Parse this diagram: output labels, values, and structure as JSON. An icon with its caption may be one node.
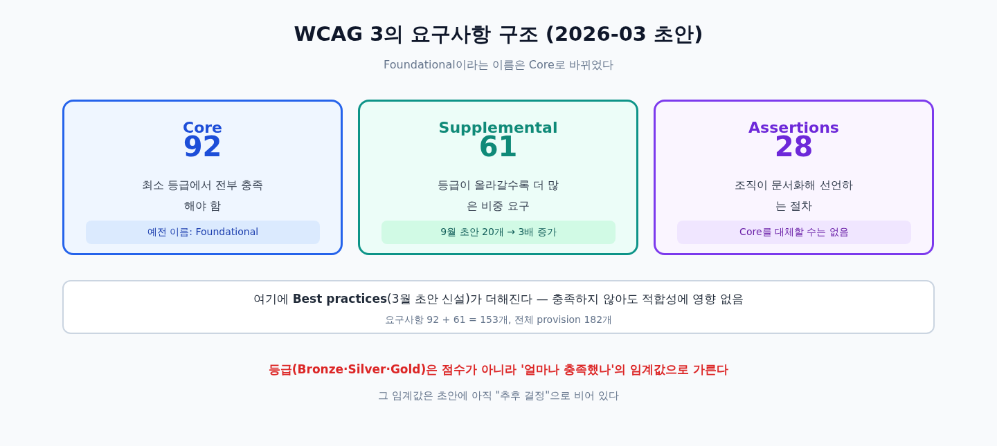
{
  "diagram": {
    "title": "WCAG 3의 요구사항 구조 (2026-03 초안)",
    "nodes": [
      {
        "text": [
          "Core",
          "92",
          "최소 등급에서 전부 충족해야 함"
        ]
      },
      {
        "text": [
          "예전 이름: Foundational"
        ],
        "in": 0
      },
      {
        "text": [
          "Supplemental",
          "61",
          "등급이 올라갈수록 더 많은 비중 요구"
        ]
      },
      {
        "text": [
          "9월 초안 20개 → 3배 증가"
        ],
        "in": 2
      },
      {
        "text": [
          "Assertions",
          "28",
          "조직이 문서화해 선언하는 절차"
        ]
      },
      {
        "text": [
          "Core를 대체할 수는 없음"
        ],
        "in": 4
      },
      {
        "text": [
          "여기에 **Best practices**(3월 초안 신설)가 더해진다 — 충족하지 않아도 적합성에 영향 없음",
          "요구사항 92 + 61 = 153개, 전체 provision 182개"
        ]
      }
    ],
    "edges": [],
    "labels": [
      "Foundational이라는 이름은 Core로 바뀌었다",
      "등급(Bronze·Silver·Gold)은 점수가 아니라 '얼마나 충족했나'의 임계값으로 가른다",
      "그 임계값은 초안에 아직 \"추후 결정\"으로 비어 있다"
    ]
  }
}
